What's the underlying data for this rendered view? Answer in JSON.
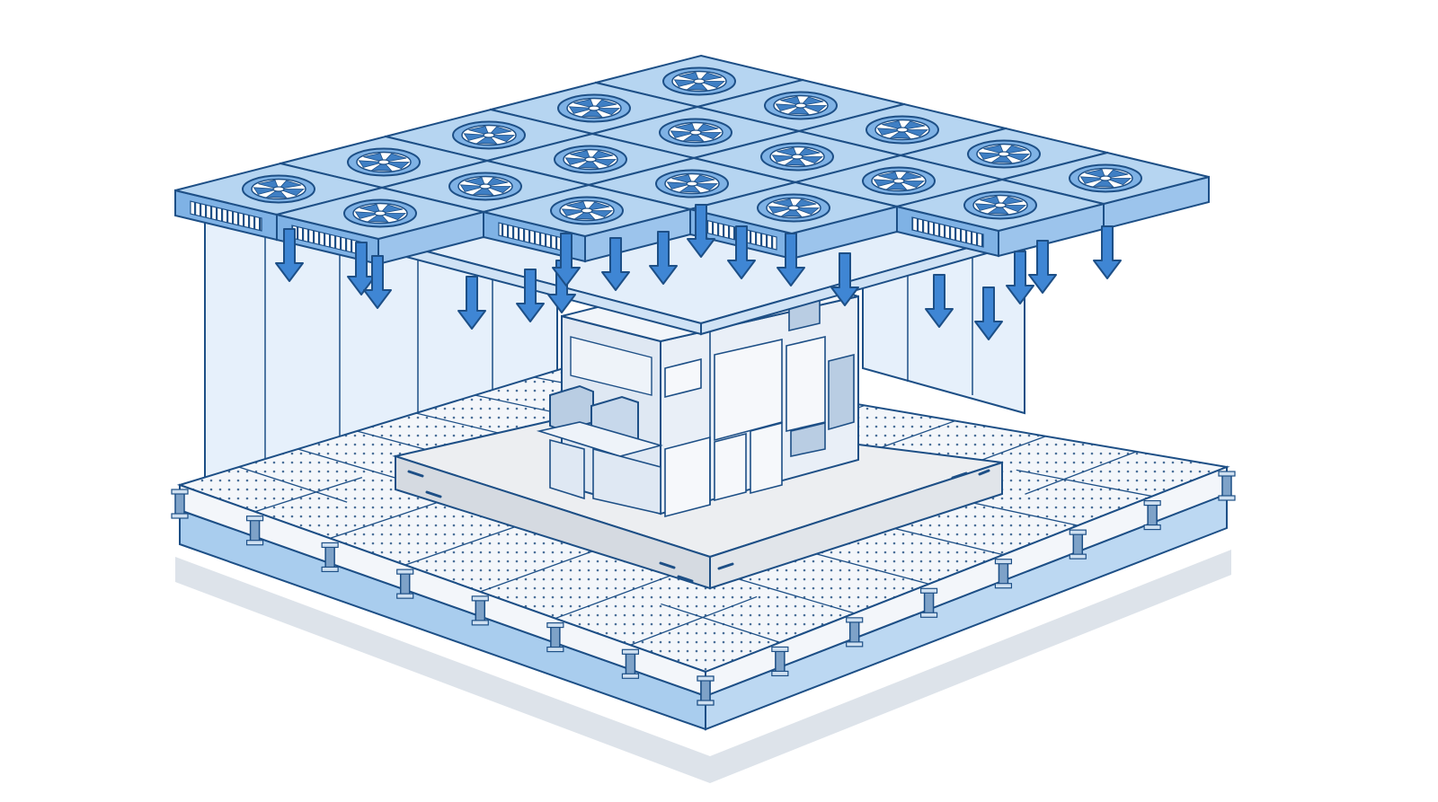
{
  "diagram": {
    "subject": "cleanroom-cross-section",
    "labels": [],
    "palette": {
      "outline": "#1d4f86",
      "ffu_fill": "#9cc4ec",
      "ffu_face": "#7fb2e5",
      "fan_blade": "#3f7fc4",
      "arrow": "#3f86d4",
      "wall_fill": "#e6f0fb",
      "floor_tile": "#f3f6fa",
      "floor_perforation": "#4a6f98",
      "pedestal": "#7ea2c8",
      "plenum": "#a9cdee",
      "slab_top": "#eceef1",
      "slab_side": "#d5dae1",
      "machine": "#dfe8f3",
      "machine_dark": "#b9cde3",
      "shadow": "#dde3ea"
    },
    "icons": [
      "fan-filter-unit-icon",
      "downflow-arrow-icon",
      "perforated-floor-tile-icon",
      "floor-pedestal-icon",
      "process-tool-icon"
    ],
    "counts": {
      "fan_filter_units": 19,
      "downflow_arrows": 18
    }
  }
}
